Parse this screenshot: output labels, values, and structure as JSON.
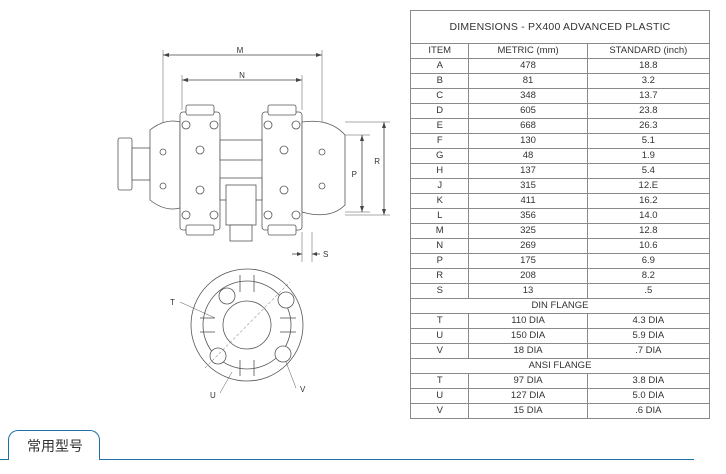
{
  "table": {
    "title": "DIMENSIONS - PX400 ADVANCED  PLASTIC",
    "headers": [
      "ITEM",
      "METRIC (mm)",
      "STANDARD (inch)"
    ],
    "rows": [
      [
        "A",
        "478",
        "18.8"
      ],
      [
        "B",
        "81",
        "3.2"
      ],
      [
        "C",
        "348",
        "13.7"
      ],
      [
        "D",
        "605",
        "23.8"
      ],
      [
        "E",
        "668",
        "26.3"
      ],
      [
        "F",
        "130",
        "5.1"
      ],
      [
        "G",
        "48",
        "1.9"
      ],
      [
        "H",
        "137",
        "5.4"
      ],
      [
        "J",
        "315",
        "12.E"
      ],
      [
        "K",
        "411",
        "16.2"
      ],
      [
        "L",
        "356",
        "14.0"
      ],
      [
        "M",
        "325",
        "12.8"
      ],
      [
        "N",
        "269",
        "10.6"
      ],
      [
        "P",
        "175",
        "6.9"
      ],
      [
        "R",
        "208",
        "8.2"
      ],
      [
        "S",
        "13",
        ".5"
      ]
    ],
    "din_title": "DIN FLANGE",
    "din_rows": [
      [
        "T",
        "110 DIA",
        "4.3 DIA"
      ],
      [
        "U",
        "150 DIA",
        "5.9 DIA"
      ],
      [
        "V",
        "18 DIA",
        ".7 DIA"
      ]
    ],
    "ansi_title": "ANSI FLANGE",
    "ansi_rows": [
      [
        "T",
        "97 DIA",
        "3.8 DIA"
      ],
      [
        "U",
        "127 DIA",
        "5.0 DIA"
      ],
      [
        "V",
        "15 DIA",
        ".6 DIA"
      ]
    ]
  },
  "drawing": {
    "labels": {
      "m": "M",
      "n": "N",
      "p": "P",
      "r": "R",
      "s": "S",
      "t": "T",
      "u": "U",
      "v": "V"
    }
  },
  "section": {
    "tab_label": "常用型号",
    "accent_color": "#1d6fa5"
  }
}
